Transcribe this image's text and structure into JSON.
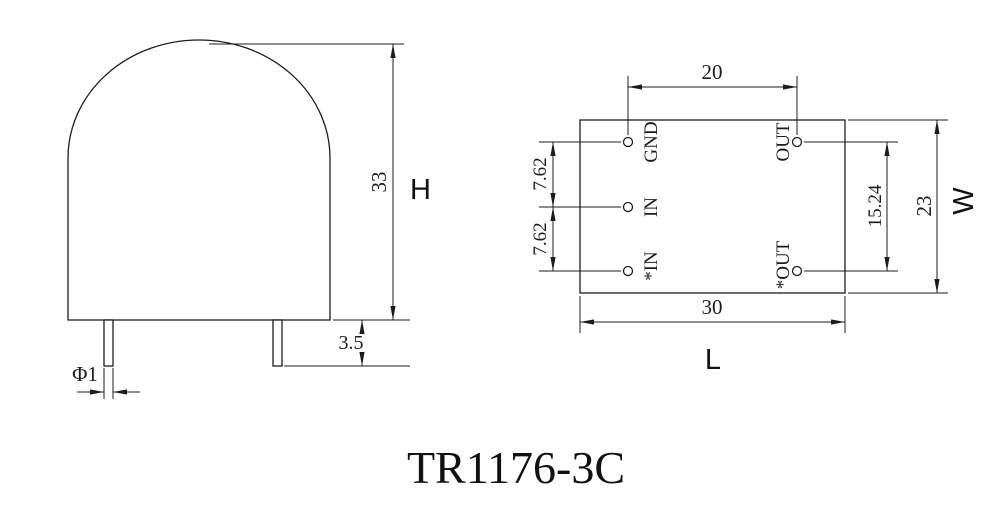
{
  "title": "TR1176-3C",
  "front_view": {
    "dim_height": "33",
    "height_symbol": "H",
    "dim_pin_length": "3.5",
    "dim_pin_diameter": "Φ1"
  },
  "pin_view": {
    "labels": {
      "gnd": "GND",
      "out_top": "OUT",
      "in_mid": "IN",
      "in_bot": "*IN",
      "out_bot": "*OUT"
    },
    "dims": {
      "col_spacing": "20",
      "row_pitch_1": "7.62",
      "row_pitch_2": "7.62",
      "out_span": "15.24",
      "width": "23",
      "length": "30"
    },
    "width_symbol": "W",
    "length_symbol": "L"
  },
  "colors": {
    "line": "#1c1c1c",
    "background": "#ffffff"
  }
}
